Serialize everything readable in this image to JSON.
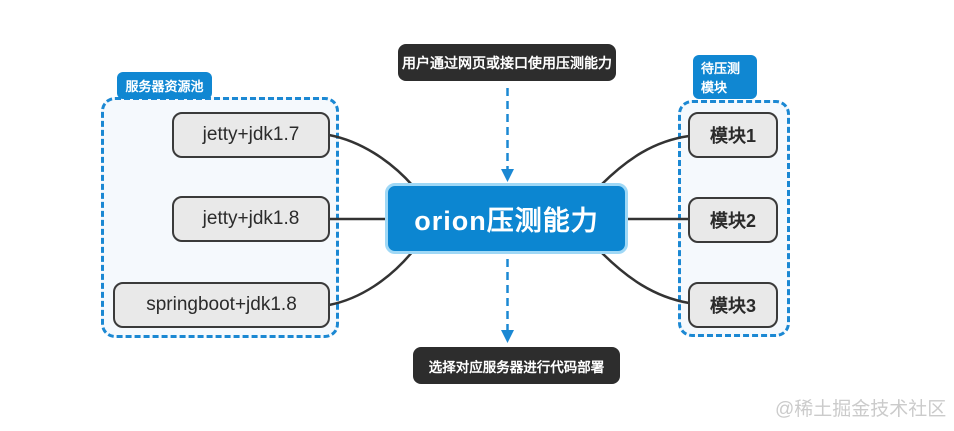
{
  "colors": {
    "canvas_bg": "#ffffff",
    "accent_blue": "#0c86d1",
    "accent_glow": "#9fd8f6",
    "tab_blue": "#1087d2",
    "dashed_border": "#1b88d3",
    "container_fill": "#f5f9fd",
    "node_fill": "#e9e9e9",
    "node_border": "#3a3a3a",
    "dark_banner": "#2d2d2d",
    "connector": "#333333",
    "arrow_blue": "#1b88d3",
    "watermark_gray": "#cbcbcb"
  },
  "top_banner": {
    "label": "用户通过网页或接口使用压测能力"
  },
  "bottom_banner": {
    "label": "选择对应服务器进行代码部署"
  },
  "center_node": {
    "label": "orion压测能力"
  },
  "left_group": {
    "title": "服务器资源池",
    "nodes": [
      {
        "label": "jetty+jdk1.7"
      },
      {
        "label": "jetty+jdk1.8"
      },
      {
        "label": "springboot+jdk1.8"
      }
    ]
  },
  "right_group": {
    "title": "待压测模块",
    "nodes": [
      {
        "label": "模块1"
      },
      {
        "label": "模块2"
      },
      {
        "label": "模块3"
      }
    ]
  },
  "watermark": {
    "label": "@稀土掘金技术社区"
  }
}
